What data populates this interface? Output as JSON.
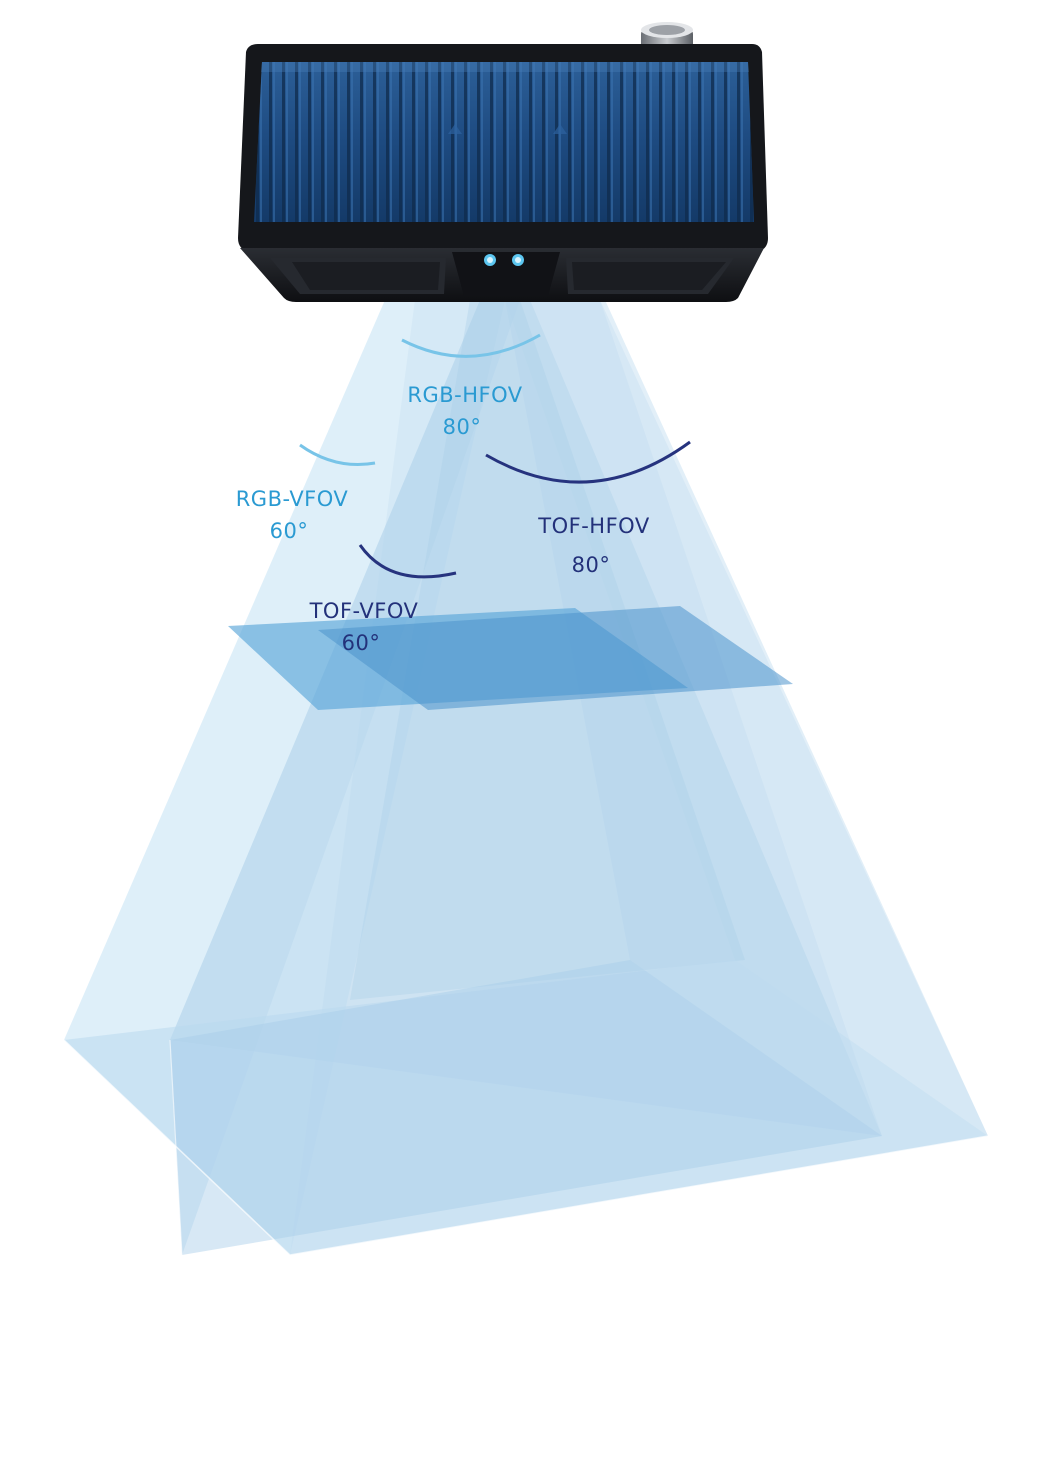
{
  "colors": {
    "rgb_label": "#2a9ad2",
    "tof_label": "#23317a",
    "rgb_arc": "#78c4e8",
    "tof_arc": "#26337e",
    "beam_light": "#d7ecf8",
    "beam_mid": "#b9d9ef",
    "plane_upper": "#3b92cf",
    "plane_lower": "#a9cfea",
    "camera_body": "#1e4f86",
    "camera_frame": "#16181c"
  },
  "icons": {
    "camera": "depth-camera-icon",
    "connector": "connector-knob-icon",
    "lens": "lens-icon"
  },
  "labels": {
    "rgb_hfov": {
      "name": "RGB-HFOV",
      "angle": "80°"
    },
    "rgb_vfov": {
      "name": "RGB-VFOV",
      "angle": "60°"
    },
    "tof_hfov": {
      "name": "TOF-HFOV",
      "angle": "80°"
    },
    "tof_vfov": {
      "name": "TOF-VFOV",
      "angle": "60°"
    }
  }
}
